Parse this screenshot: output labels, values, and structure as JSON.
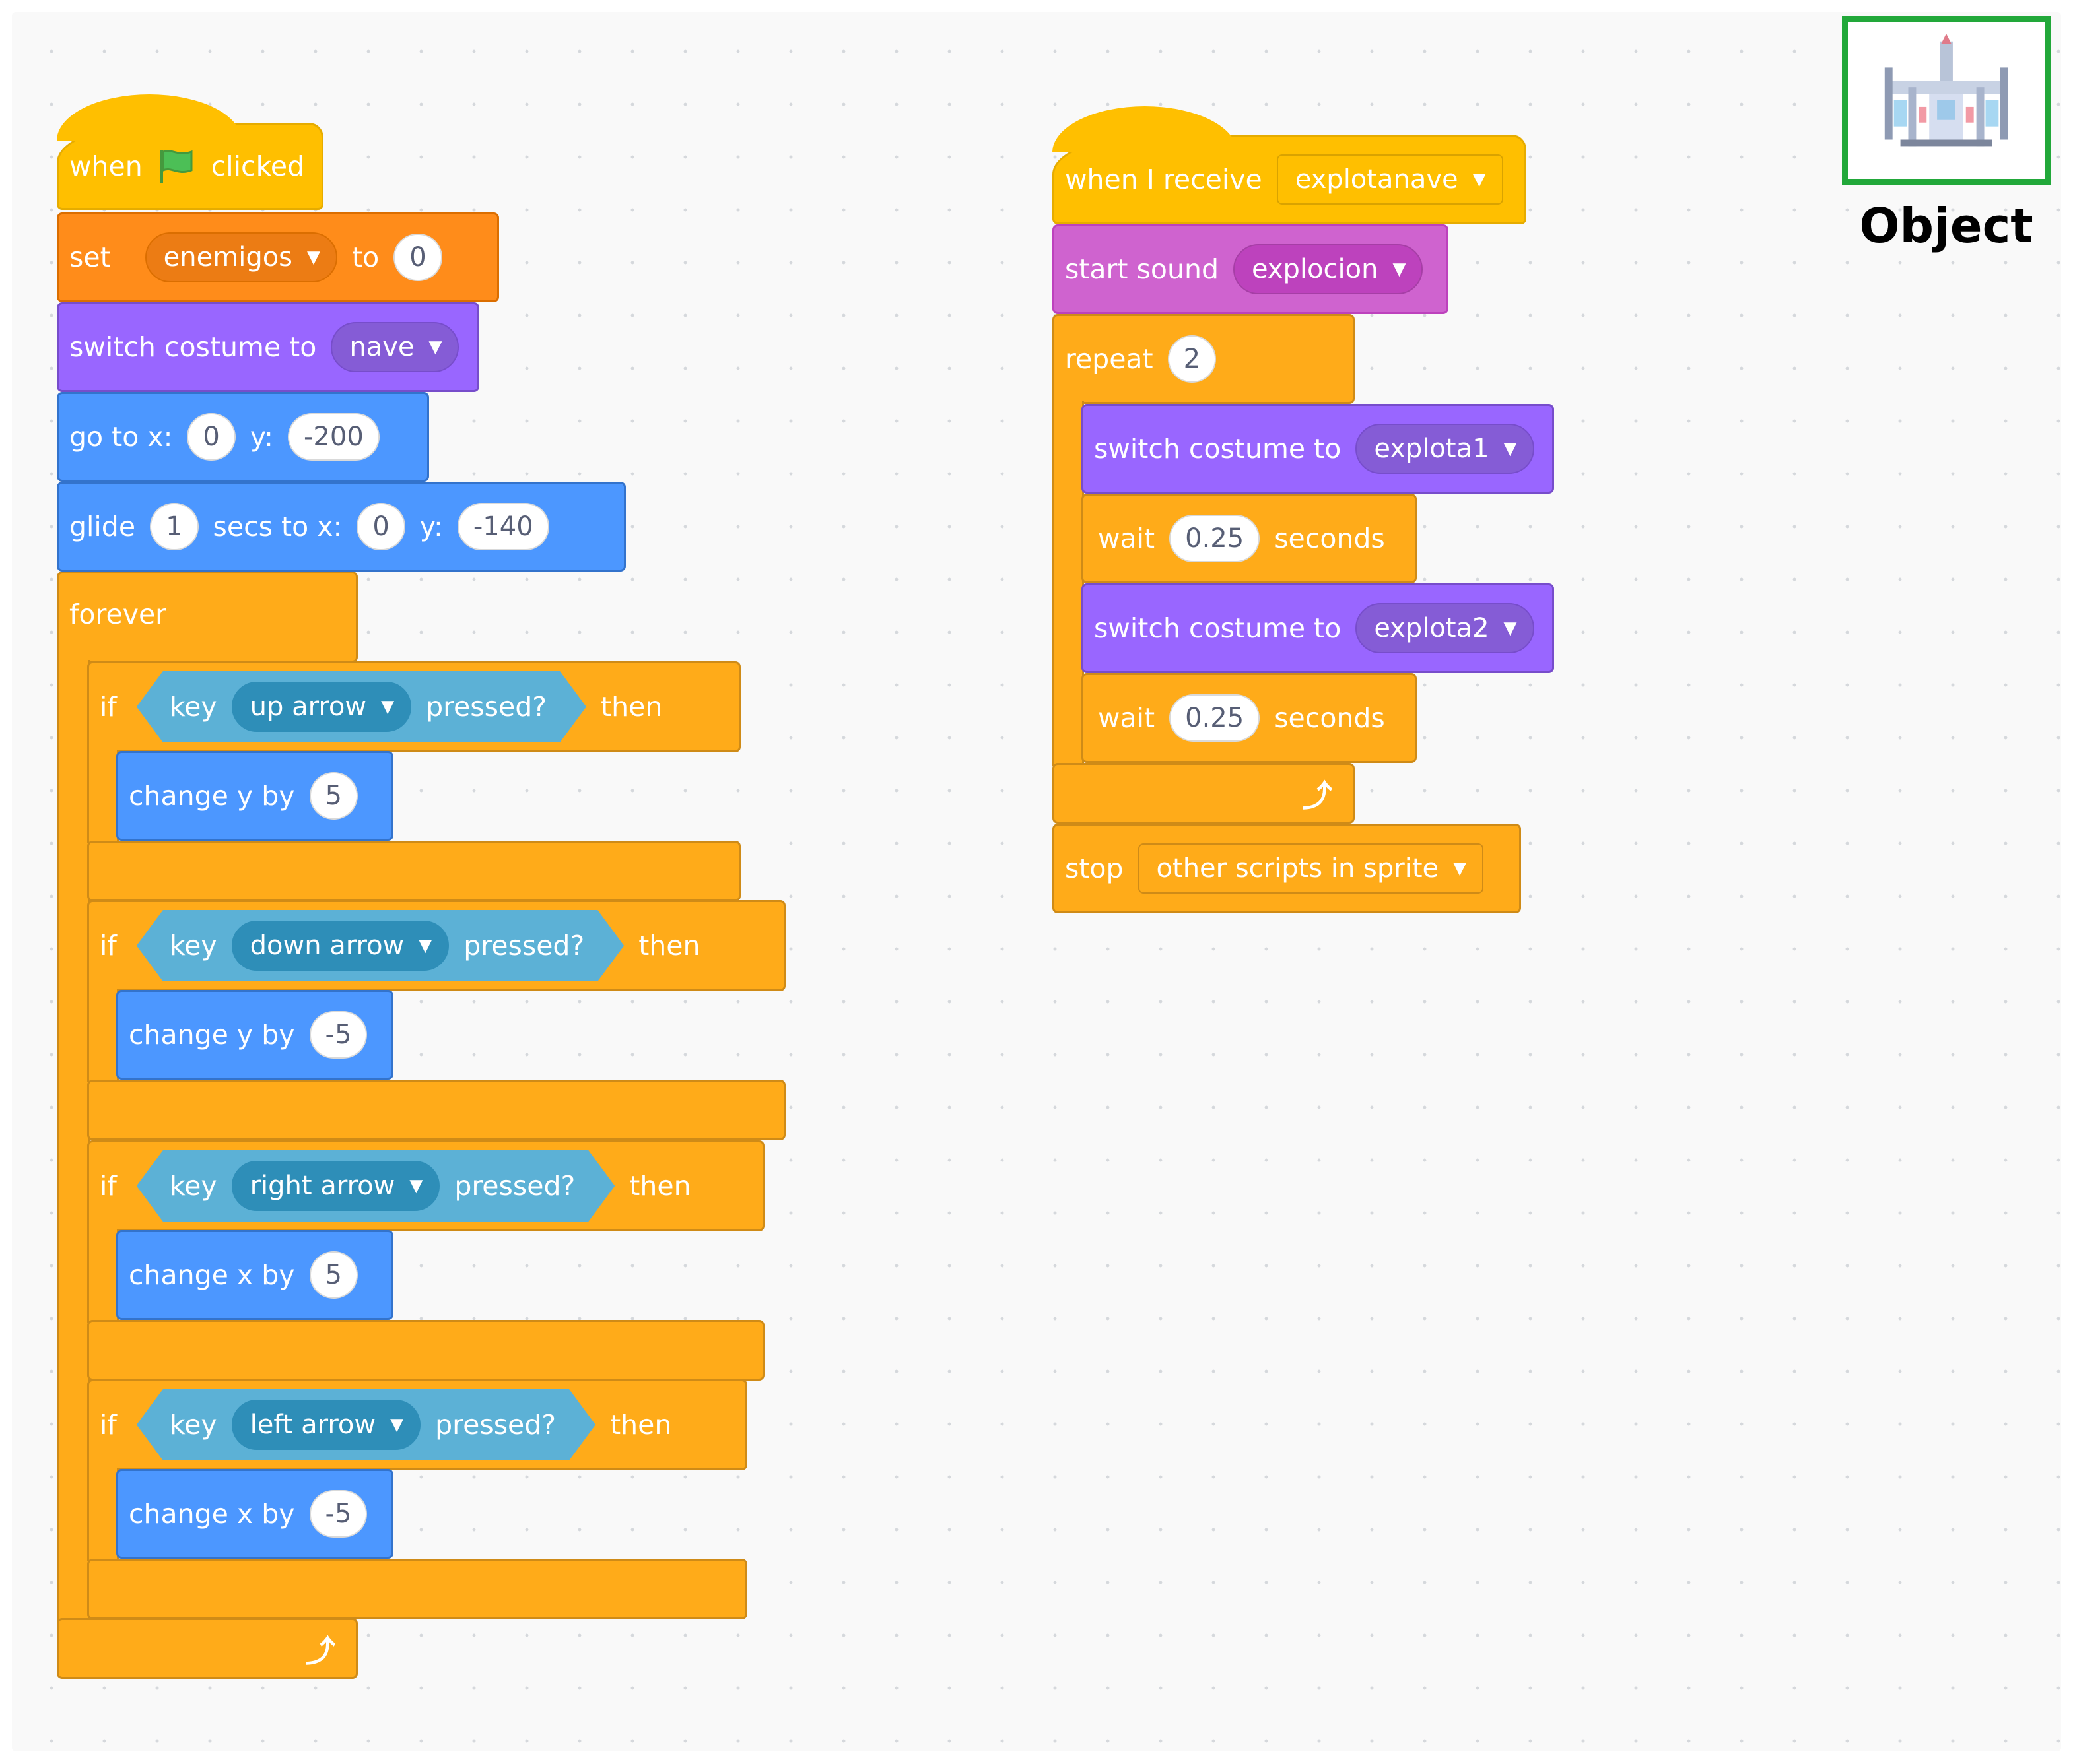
{
  "script_main": {
    "hat": {
      "when": "when",
      "clicked": "clicked"
    },
    "set": {
      "label": "set",
      "variable": "enemigos",
      "to": "to",
      "value": "0"
    },
    "switch_costume": {
      "label": "switch costume to",
      "costume": "nave"
    },
    "goto": {
      "label": "go to x:",
      "x": "0",
      "y_label": "y:",
      "y": "-200"
    },
    "glide": {
      "label": "glide",
      "secs": "1",
      "secs_label": "secs to x:",
      "x": "0",
      "y_label": "y:",
      "y": "-140"
    },
    "forever": {
      "label": "forever"
    },
    "ifs": [
      {
        "if": "if",
        "key": "key",
        "key_name": "up arrow",
        "pressed": "pressed?",
        "then": "then",
        "action": "change y by",
        "value": "5"
      },
      {
        "if": "if",
        "key": "key",
        "key_name": "down arrow",
        "pressed": "pressed?",
        "then": "then",
        "action": "change y by",
        "value": "-5"
      },
      {
        "if": "if",
        "key": "key",
        "key_name": "right arrow",
        "pressed": "pressed?",
        "then": "then",
        "action": "change x by",
        "value": "5"
      },
      {
        "if": "if",
        "key": "key",
        "key_name": "left arrow",
        "pressed": "pressed?",
        "then": "then",
        "action": "change x by",
        "value": "-5"
      }
    ]
  },
  "script_receive": {
    "hat": {
      "label": "when I receive",
      "message": "explotanave"
    },
    "sound": {
      "label": "start sound",
      "sound": "explocion"
    },
    "repeat": {
      "label": "repeat",
      "times": "2"
    },
    "costume1": {
      "label": "switch costume to",
      "costume": "explota1"
    },
    "wait1": {
      "label": "wait",
      "value": "0.25",
      "unit": "seconds"
    },
    "costume2": {
      "label": "switch costume to",
      "costume": "explota2"
    },
    "wait2": {
      "label": "wait",
      "value": "0.25",
      "unit": "seconds"
    },
    "stop": {
      "label": "stop",
      "option": "other scripts in sprite"
    }
  },
  "sprite": {
    "label": "Object",
    "icon": "spaceship-sprite-icon"
  },
  "colors": {
    "events": "#ffbf00",
    "variables": "#ff8c1a",
    "looks": "#9966ff",
    "motion": "#4c97ff",
    "control": "#ffab19",
    "sound": "#cf63cf",
    "sensing": "#5cb1d6",
    "highlight": "#22a83a"
  }
}
